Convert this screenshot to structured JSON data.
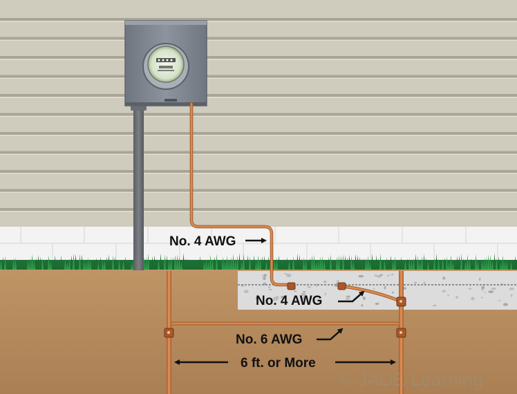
{
  "labels": {
    "service_conductor": "No. 4 AWG",
    "concrete_conductor": "No. 4 AWG",
    "bonding_jumper": "No. 6 AWG",
    "spacing": "6 ft. or More"
  },
  "watermark": "© JADE Learning",
  "colors": {
    "siding": "#cfcbbd",
    "siding_shadow": "#a7a394",
    "foundation": "#f2f2f2",
    "grass": "#1f7a3a",
    "soil": "#b98f62",
    "concrete": "#dcdcdc",
    "meter_box": "#7f8792",
    "copper": "#c9773e"
  }
}
